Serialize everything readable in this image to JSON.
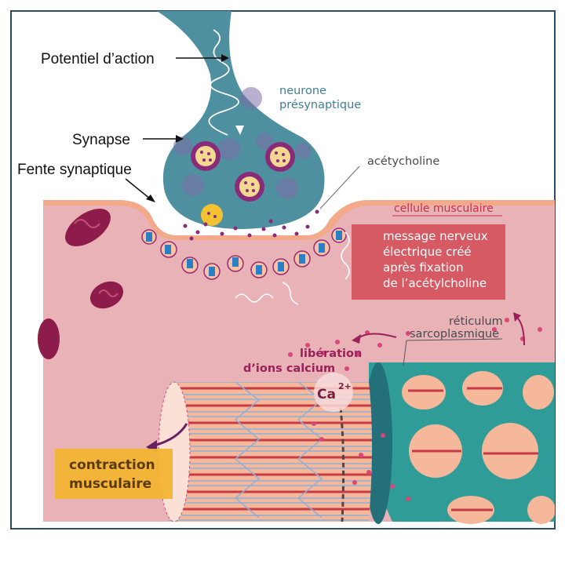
{
  "labels": {
    "action_potential": "Potentiel d’action",
    "synapse": "Synapse",
    "synaptic_cleft": "Fente synaptique",
    "presynaptic_neuron_line1": "neurone",
    "presynaptic_neuron_line2": "présynaptique",
    "acetylcholine": "acétycholine",
    "muscle_cell": "cellule musculaire",
    "nerve_message": [
      "message nerveux",
      "électrique créé",
      "après fixation",
      "de l’acétylcholine"
    ],
    "reticulum_line1": "réticulum",
    "reticulum_line2": "sarcoplasmique",
    "calcium_release_line1": "libération",
    "calcium_release_line2": "d’ions calcium",
    "calcium_symbol": "Ca",
    "calcium_charge": "2+",
    "contraction_line1": "contraction",
    "contraction_line2": "musculaire"
  },
  "colors": {
    "neuron": "#4e8fa0",
    "vesicle": "#8a2b7a",
    "muscle": "#e8b2b7",
    "muscle_top": "#f3a98a",
    "mitochondria": "#8e1c4a",
    "message_box": "#d65a63",
    "reticulum": "#2f9c97",
    "calcium": "#d9477a",
    "contraction_box": "#f2b533",
    "frame": "#2f4a63"
  }
}
